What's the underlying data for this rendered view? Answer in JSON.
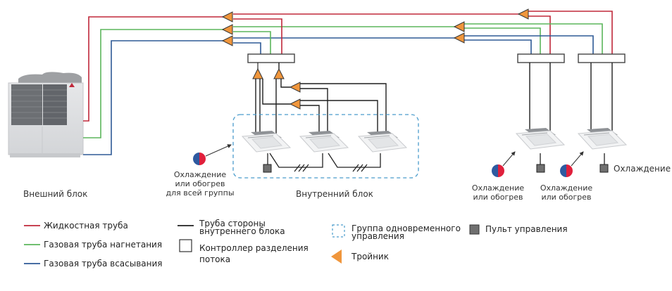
{
  "colors": {
    "liquid": "#c0283a",
    "discharge": "#5cb65c",
    "suction": "#2e5a96",
    "indoor_pipe": "#1f1f1f",
    "tee": "#f0963c",
    "group_border": "#4a9ccc",
    "remote": "#707070",
    "mode_cool": "#2e5aa0",
    "mode_heat": "#e0203c"
  },
  "labels": {
    "outdoor_unit": "Внешний блок",
    "indoor_unit": "Внутренний блок",
    "group_mode": [
      "Охлаждение",
      "или обогрев",
      "для всей группы"
    ],
    "unit4_mode": [
      "Охлаждение",
      "или обогрев"
    ],
    "unit5_mode": [
      "Охлаждение",
      "или обогрев"
    ],
    "unit6_mode": "Охлаждение"
  },
  "legend": {
    "liquid_pipe": "Жидкостная труба",
    "discharge_gas_pipe": "Газовая труба нагнетания",
    "suction_gas_pipe": "Газовая труба всасывания",
    "indoor_side_pipe": [
      "Труба стороны",
      "внутреннего блока"
    ],
    "flow_branch_controller": [
      "Контроллер разделения",
      "потока"
    ],
    "simultaneous_group": [
      "Группа одновременного",
      "управления"
    ],
    "tee": "Тройник",
    "remote_control": "Пульт управления"
  }
}
